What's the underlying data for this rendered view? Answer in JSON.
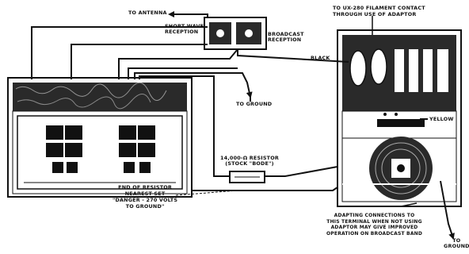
{
  "labels": {
    "to_antenna": "TO ANTENNA",
    "short_wave_reception": "SHORT WAVE\nRECEPTION",
    "broadcast_reception": "BROADCAST\nRECEPTION",
    "filament_contact": "TO UX-280 FILAMENT CONTACT\nTHROUGH USE OF ADAPTOR",
    "black": "BLACK",
    "yellow": "YELLOW",
    "to_ground_left": "TO GROUND",
    "resistor": "14,000-Ω RESISTOR\n(STOCK \"BODE\")",
    "resistor_end_note": "END OF RESISTOR\nNEAREST SET\n\"DANGER - 270 VOLTS\nTO GROUND\"",
    "adaptor_note": "ADAPTING CONNECTIONS TO\nTHIS TERMINAL WHEN NOT USING\nADAPTOR MAY GIVE IMPROVED\nOPERATION ON BROADCAST BAND",
    "to_ground_right": "TO\nGROUND"
  },
  "colors": {
    "ink": "#111111",
    "paper": "#ffffff",
    "shade": "#2a2a2a"
  }
}
